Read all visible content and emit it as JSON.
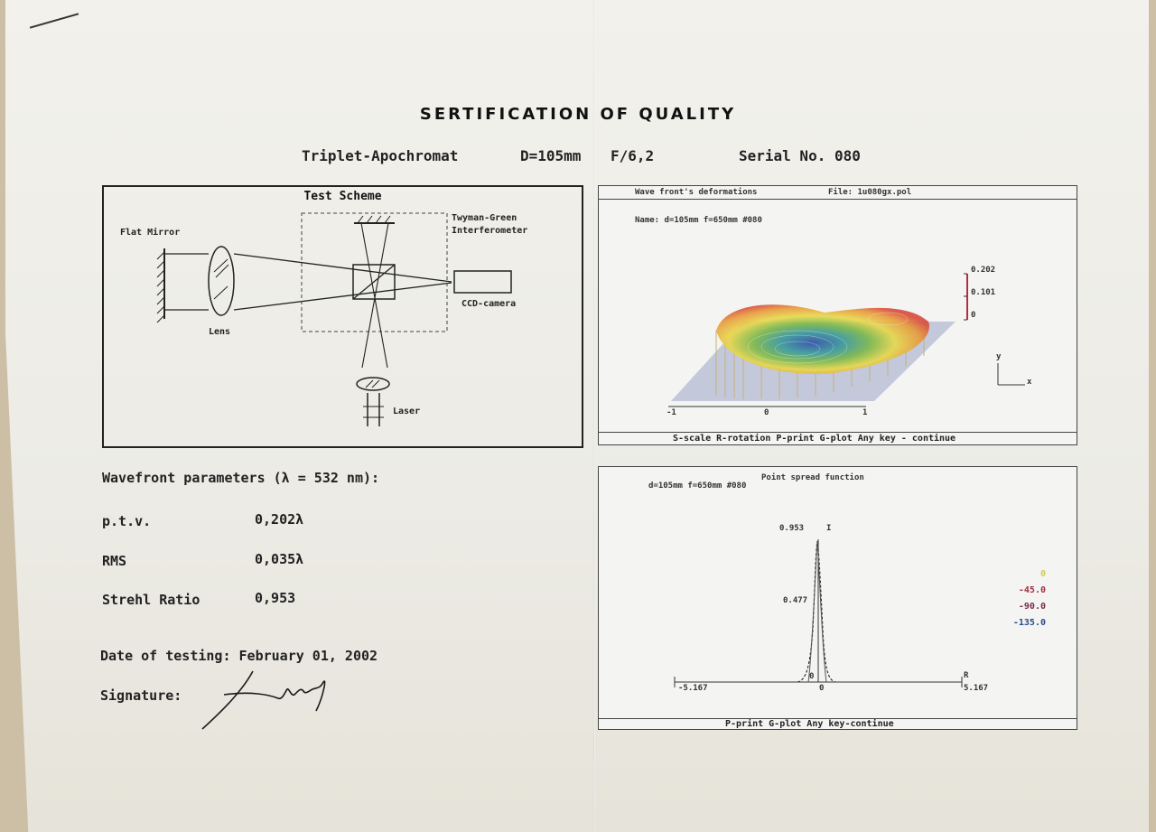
{
  "document": {
    "title": "SERTIFICATION OF QUALITY",
    "product": "Triplet-Apochromat",
    "diameter": "D=105mm",
    "focal_ratio": "F/6,2",
    "serial": "Serial No. 080"
  },
  "test_scheme": {
    "title": "Test Scheme",
    "flat_mirror": "Flat Mirror",
    "lens": "Lens",
    "interferometer_line1": "Twyman-Green",
    "interferometer_line2": "Interferometer",
    "ccd": "CCD-camera",
    "laser": "Laser"
  },
  "wavefront_screen": {
    "header_title": "Wave front's deformations",
    "file": "File: 1u080gx.pol",
    "name": "Name:   d=105mm f=650mm #080",
    "scale_ticks": [
      "0.202",
      "0.101",
      "0"
    ],
    "x_ticks": [
      "-1",
      "0",
      "1"
    ],
    "axis_y": "y",
    "axis_x": "x",
    "status_bar": "S-scale  R-rotation  P-print  G-plot  Any key - continue"
  },
  "psf_screen": {
    "title": "Point spread function",
    "name": "d=105mm f=650mm #080",
    "peak": "0.953",
    "half": "0.477",
    "zero": "0",
    "i_label": "I",
    "r_label": "R",
    "x_min": "-5.167",
    "x_max": "5.167",
    "x_zero": "0",
    "legend": [
      {
        "label": "0",
        "color": "#d8c850"
      },
      {
        "label": "-45.0",
        "color": "#a03040"
      },
      {
        "label": "-90.0",
        "color": "#7a2a4a"
      },
      {
        "label": "-135.0",
        "color": "#2a4a8a"
      }
    ],
    "status_bar": "P-print  G-plot  Any key-continue"
  },
  "parameters": {
    "heading": "Wavefront parameters (λ = 532 nm):",
    "ptv_label": "p.t.v.",
    "ptv_value": "0,202λ",
    "rms_label": "RMS",
    "rms_value": "0,035λ",
    "strehl_label": "Strehl Ratio",
    "strehl_value": "0,953"
  },
  "footer": {
    "date": "Date of testing: February 01, 2002",
    "signature_label": "Signature:"
  }
}
